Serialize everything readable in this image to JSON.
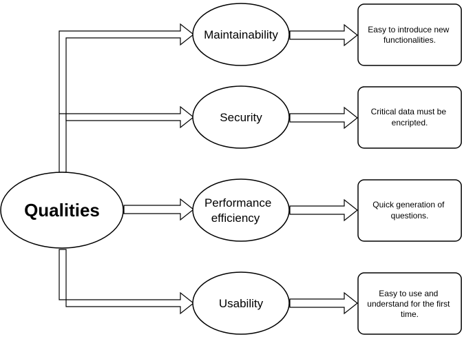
{
  "diagram": {
    "center": "Qualities",
    "qualities": [
      {
        "name_lines": [
          "Maintainability"
        ],
        "description_lines": [
          "Easy to introduce new",
          "functionalities."
        ]
      },
      {
        "name_lines": [
          "Security"
        ],
        "description_lines": [
          "Critical data must be",
          "encripted."
        ]
      },
      {
        "name_lines": [
          "Performance",
          "efficiency"
        ],
        "description_lines": [
          "Quick generation of",
          "questions."
        ]
      },
      {
        "name_lines": [
          "Usability"
        ],
        "description_lines": [
          "Easy to use and",
          "understand for the first",
          "time."
        ]
      }
    ]
  }
}
